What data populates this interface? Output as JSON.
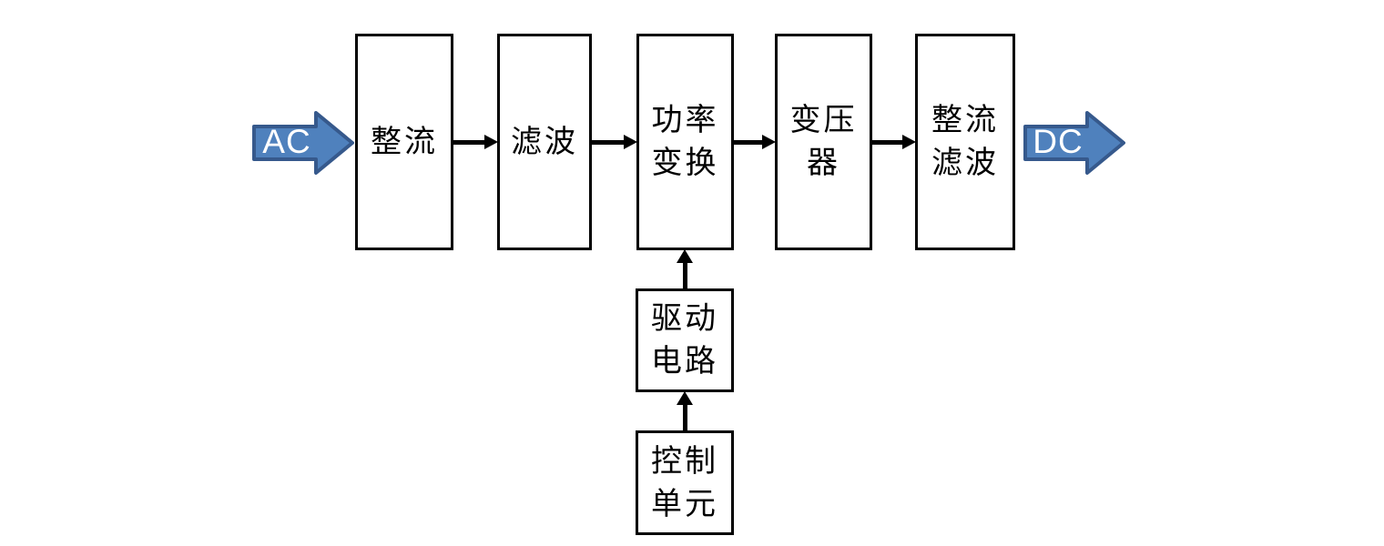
{
  "diagram": {
    "title": "switching-power-supply-block-diagram",
    "input_label": "AC",
    "output_label": "DC",
    "blocks": {
      "rectifier": {
        "line1": "整流"
      },
      "filter": {
        "line1": "滤波"
      },
      "power_conversion": {
        "line1": "功率",
        "line2": "变换"
      },
      "transformer": {
        "line1": "变压",
        "line2": "器"
      },
      "rectifier_filter": {
        "line1": "整流",
        "line2": "滤波"
      },
      "drive_circuit": {
        "line1": "驱动",
        "line2": "电路"
      },
      "control_unit": {
        "line1": "控制",
        "line2": "单元"
      }
    }
  },
  "colors": {
    "background": "#ffffff",
    "box_border": "#000000",
    "connector": "#000000",
    "block_arrow_fill": "#4f81bd",
    "block_arrow_stroke": "#36598c",
    "block_arrow_text": "#ffffff",
    "label_color": "#000000"
  }
}
